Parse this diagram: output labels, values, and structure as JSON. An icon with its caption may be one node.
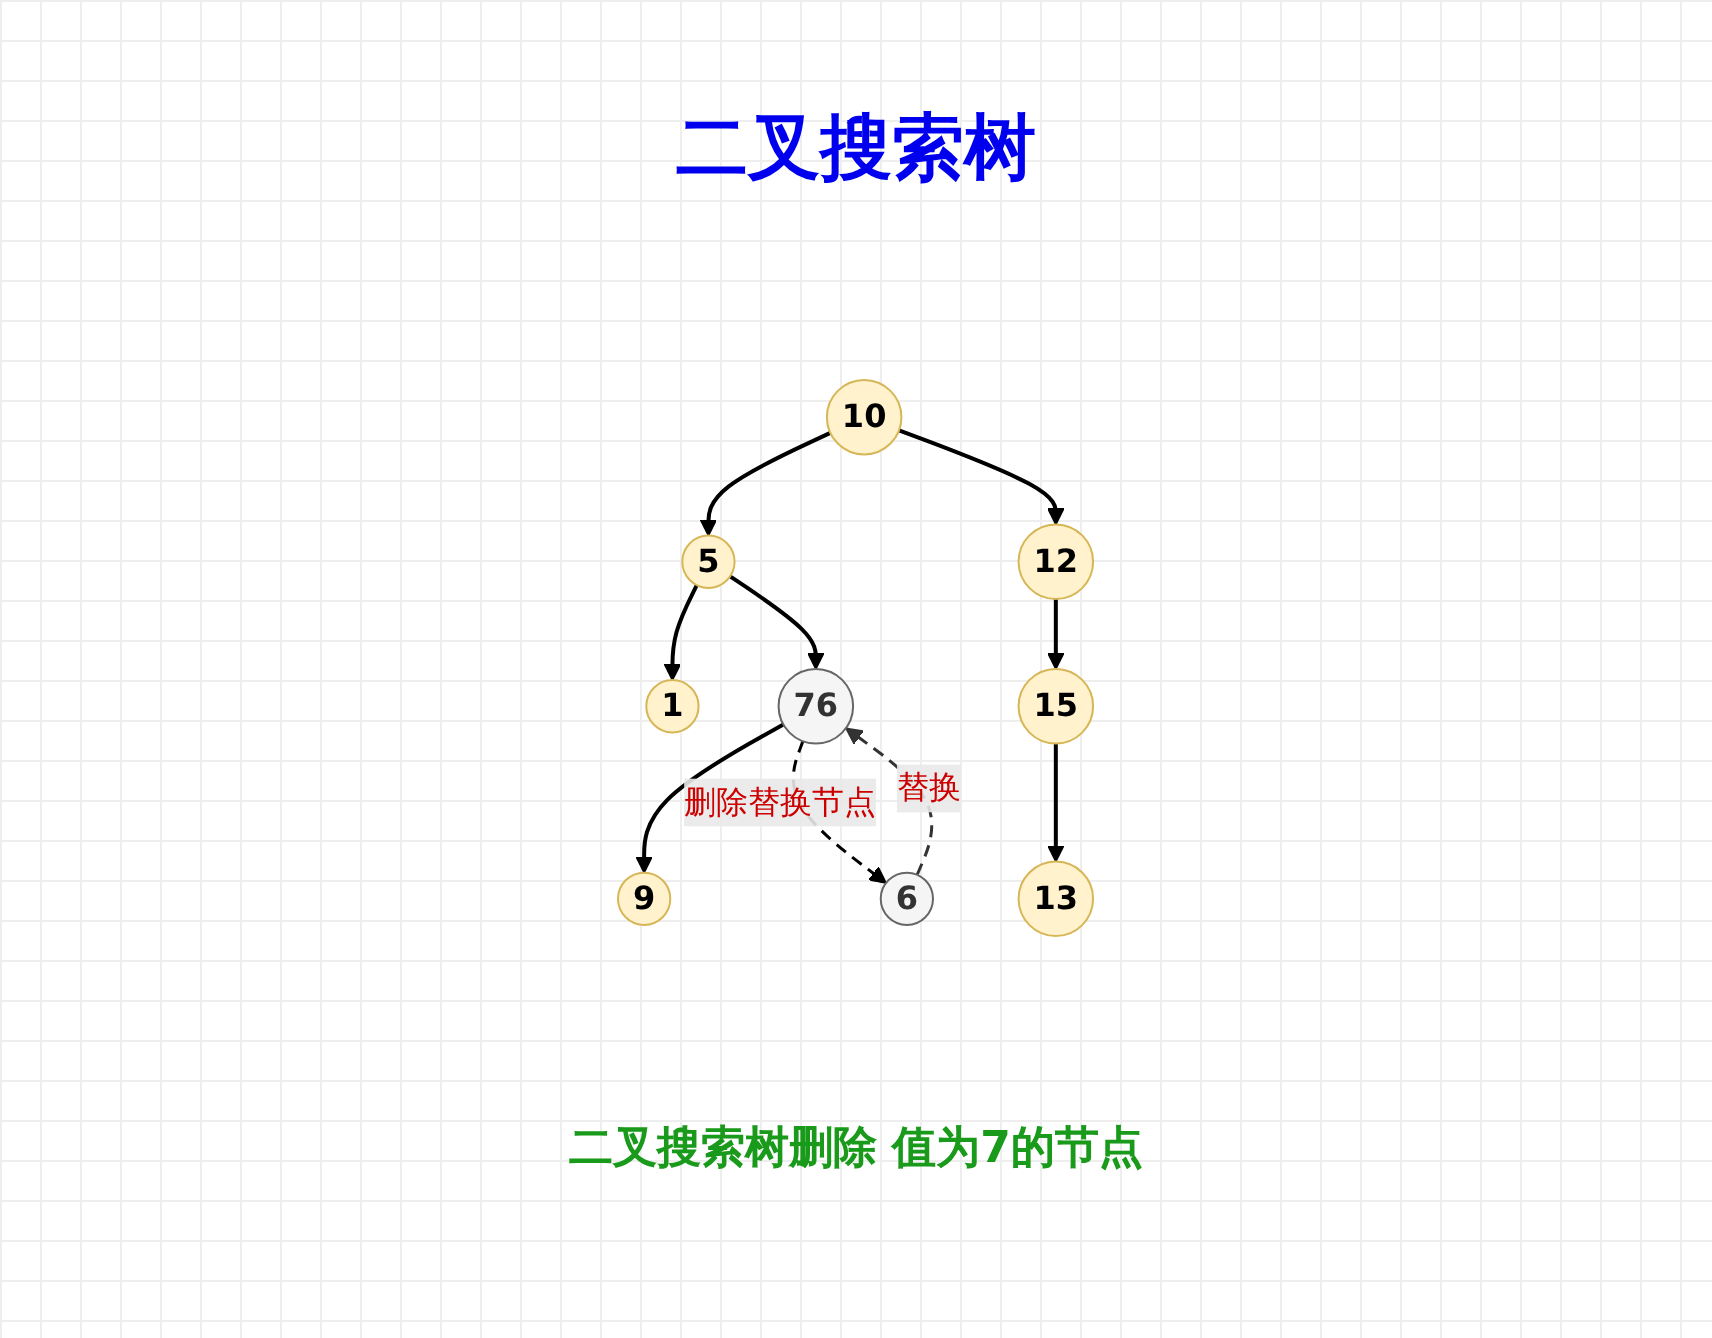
{
  "diagram": {
    "title": "二叉搜索树",
    "caption": "二叉搜索树删除 值为7的节点",
    "nodes": [
      {
        "text": [
          "10"
        ]
      },
      {
        "text": [
          "5"
        ]
      },
      {
        "text": [
          "12"
        ]
      },
      {
        "text": [
          "1"
        ]
      },
      {
        "text": [
          "76"
        ]
      },
      {
        "text": [
          "15"
        ]
      },
      {
        "text": [
          "9"
        ]
      },
      {
        "text": [
          "13"
        ]
      },
      {
        "text": [
          "6"
        ]
      }
    ],
    "edges": [
      {
        "from": 0,
        "to": 1,
        "arrow": "to"
      },
      {
        "from": 0,
        "to": 2,
        "arrow": "to"
      },
      {
        "from": 1,
        "to": 3,
        "arrow": "to"
      },
      {
        "from": 1,
        "to": 4,
        "arrow": "to"
      },
      {
        "from": 2,
        "to": 5,
        "arrow": "to"
      },
      {
        "from": 4,
        "to": 6,
        "arrow": "to"
      },
      {
        "from": 5,
        "to": 7,
        "arrow": "to"
      },
      {
        "from": 4,
        "to": 8,
        "arrow": "to",
        "label": "删除替换节点",
        "style": "dashed"
      },
      {
        "from": 8,
        "to": 4,
        "arrow": "to",
        "label": "替换",
        "style": "dashed",
        "color": "#333333"
      }
    ]
  }
}
